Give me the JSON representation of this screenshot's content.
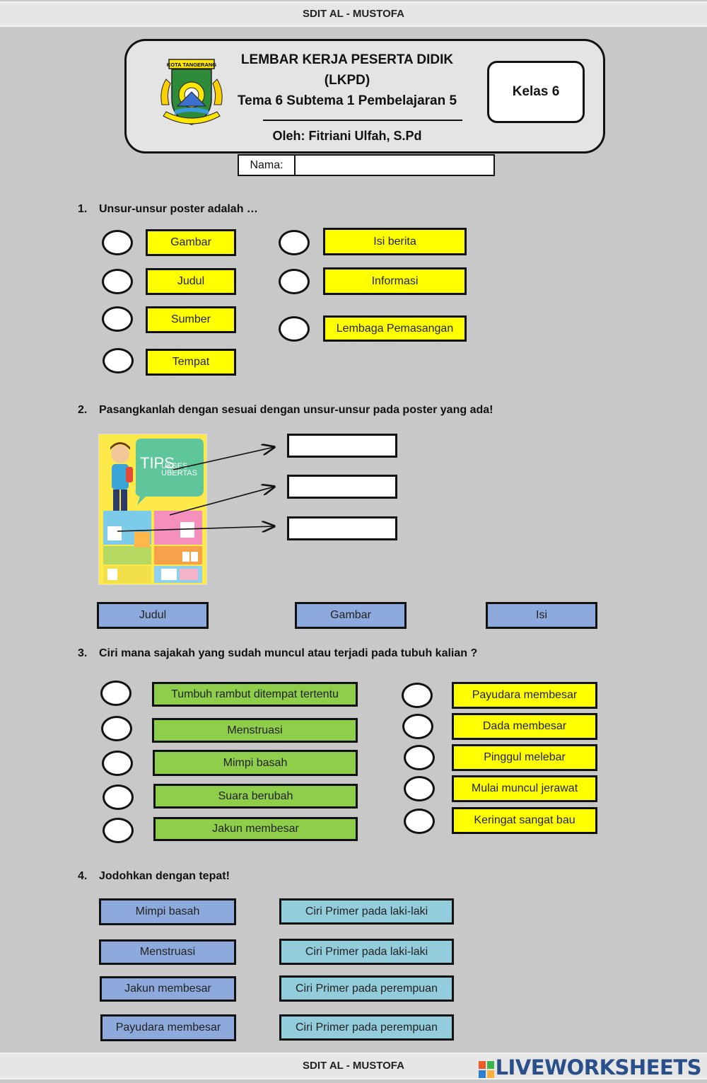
{
  "top_band": "SDIT AL - MUSTOFA",
  "bottom_band": "SDIT AL - MUSTOFA",
  "brand": "LIVEWORKSHEETS",
  "header": {
    "logo_text": "KOTA TANGERANG",
    "title_line1": "LEMBAR KERJA PESERTA DIDIK",
    "title_line2": "(LKPD)",
    "subtitle": "Tema 6 Subtema 1 Pembelajaran 5",
    "author": "Oleh: Fitriani Ulfah, S.Pd",
    "kelas": "Kelas 6"
  },
  "nama": {
    "label": "Nama:",
    "value": ""
  },
  "q1": {
    "number": "1.",
    "text": "Unsur-unsur poster adalah …",
    "left_options": [
      "Gambar",
      "Judul",
      "Sumber",
      "Tempat"
    ],
    "right_options": [
      "Isi berita",
      "Informasi",
      "Lembaga Pemasangan"
    ]
  },
  "q2": {
    "number": "2.",
    "text": "Pasangkanlah dengan sesuai dengan unsur-unsur pada poster yang ada!",
    "poster_title_1": "TIPS",
    "poster_title_2": "UKSES",
    "poster_title_3": "UBERTAS",
    "choices": [
      "Judul",
      "Gambar",
      "Isi"
    ]
  },
  "q3": {
    "number": "3.",
    "text": "Ciri mana sajakah yang sudah muncul atau terjadi pada tubuh kalian ?",
    "left_options": [
      "Tumbuh rambut ditempat tertentu",
      "Menstruasi",
      "Mimpi basah",
      "Suara berubah",
      "Jakun membesar"
    ],
    "right_options": [
      "Payudara membesar",
      "Dada membesar",
      "Pinggul melebar",
      "Mulai muncul jerawat",
      "Keringat sangat bau"
    ]
  },
  "q4": {
    "number": "4.",
    "text": "Jodohkan dengan tepat!",
    "left": [
      "Mimpi basah",
      "Menstruasi",
      "Jakun membesar",
      "Payudara membesar"
    ],
    "right": [
      "Ciri Primer pada laki-laki",
      "Ciri Primer pada laki-laki",
      "Ciri Primer pada perempuan",
      "Ciri Primer pada perempuan"
    ]
  }
}
